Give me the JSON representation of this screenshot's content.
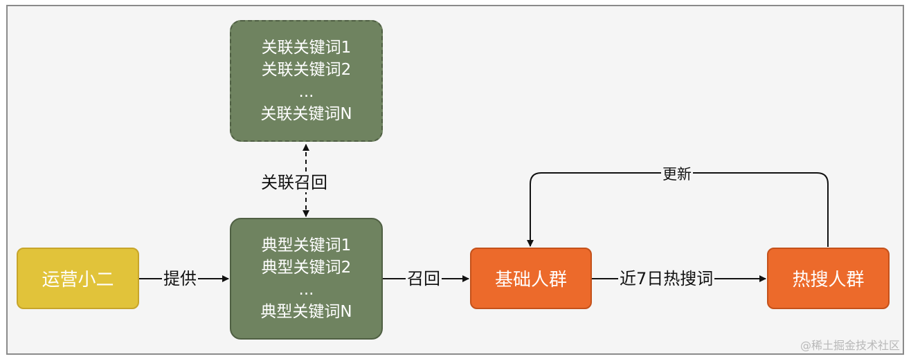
{
  "nodes": {
    "operator": "运营小二",
    "typical": [
      "典型关键词1",
      "典型关键词2",
      "...",
      "典型关键词N"
    ],
    "related": [
      "关联关键词1",
      "关联关键词2",
      "...",
      "关联关键词N"
    ],
    "base": "基础人群",
    "hot": "热搜人群"
  },
  "edges": {
    "provide": "提供",
    "recall_related": "关联召回",
    "recall": "召回",
    "hotwords": "近7日热搜词",
    "update": "更新"
  },
  "watermark": "@稀土掘金技术社区",
  "colors": {
    "yellow": "#e1c33a",
    "green": "#6f8360",
    "orange": "#ec6a2b"
  }
}
